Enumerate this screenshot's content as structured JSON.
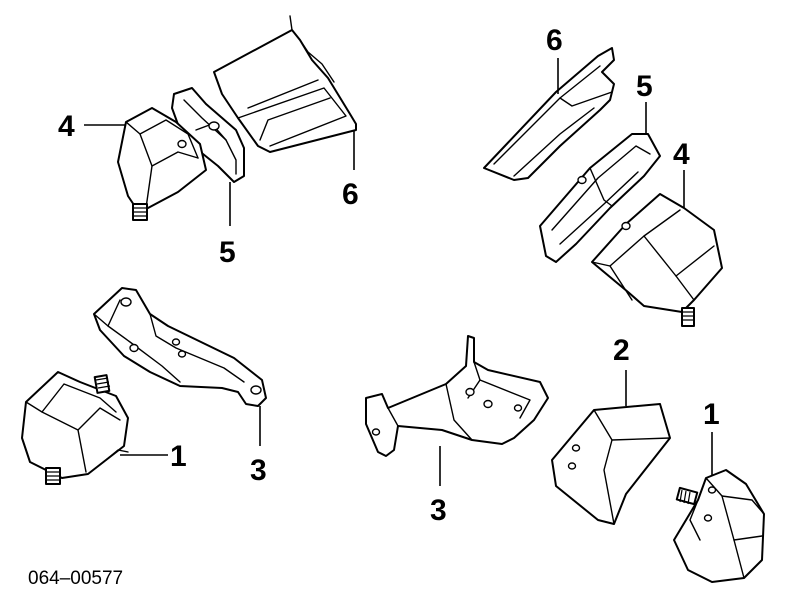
{
  "diagram": {
    "callouts": {
      "tl_4": "4",
      "tl_5": "5",
      "tl_6": "6",
      "tr_6": "6",
      "tr_5": "5",
      "tr_4": "4",
      "bl_1": "1",
      "bl_3": "3",
      "bc_3": "3",
      "br_2": "2",
      "br_1": "1"
    },
    "part_code": "064–00577"
  }
}
